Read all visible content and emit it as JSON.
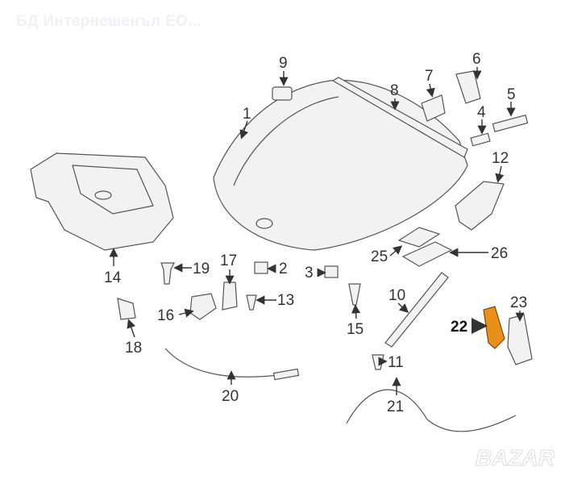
{
  "seller_name": "БД Интернешенъл ЕО...",
  "watermark": "BAZAR",
  "highlight_color": "#e8901a",
  "callouts": {
    "p1": "1",
    "p2": "2",
    "p3": "3",
    "p4": "4",
    "p5": "5",
    "p6": "6",
    "p7": "7",
    "p8": "8",
    "p9": "9",
    "p10": "10",
    "p11": "11",
    "p12": "12",
    "p13": "13",
    "p14": "14",
    "p15": "15",
    "p16": "16",
    "p17": "17",
    "p18": "18",
    "p19": "19",
    "p20": "20",
    "p21": "21",
    "p22": "22",
    "p23": "23",
    "p25": "25",
    "p26": "26"
  }
}
